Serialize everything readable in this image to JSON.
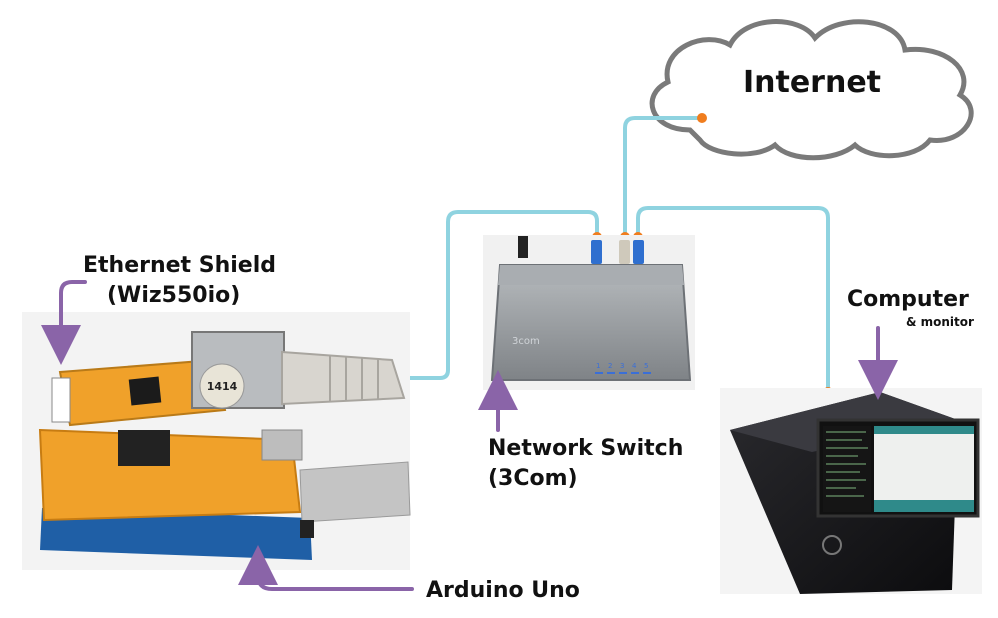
{
  "labels": {
    "internet": "Internet",
    "ethernet_shield_line1": "Ethernet Shield",
    "ethernet_shield_line2": "(Wiz550io)",
    "network_switch_line1": "Network Switch",
    "network_switch_line2": "(3Com)",
    "computer": "Computer",
    "computer_sub": "& monitor",
    "arduino": "Arduino Uno"
  },
  "switch": {
    "brand": "3com",
    "port_numbers": [
      "1",
      "2",
      "3",
      "4",
      "5"
    ]
  },
  "module": {
    "chip_label": "1414"
  },
  "colors": {
    "cable": "#8fd3e0",
    "connector_dot": "#f07d1e",
    "arrow": "#8a64a8",
    "board_yellow": "#f0a12a",
    "switch_gray": "#9b9fa3"
  }
}
